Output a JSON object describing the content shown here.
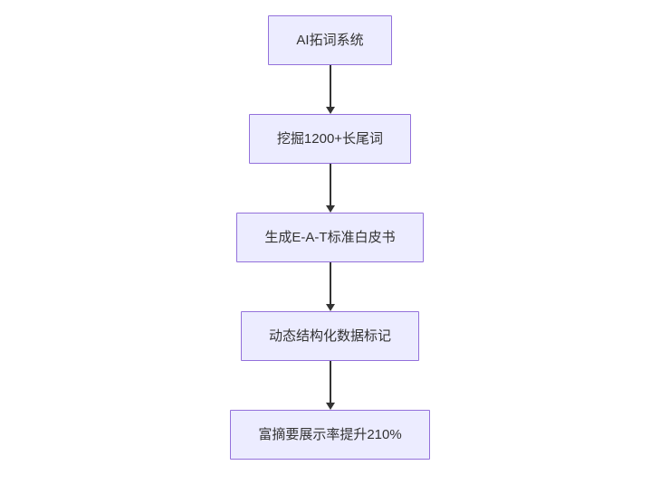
{
  "flowchart": {
    "type": "flowchart-vertical",
    "background": "#FFFFFF",
    "colors": {
      "node_fill": "#ECECFF",
      "node_border": "#9370DB",
      "node_text": "#333333",
      "arrow": "#333333"
    },
    "nodes": [
      {
        "label": "AI拓词系统"
      },
      {
        "label": "挖掘1200+长尾词"
      },
      {
        "label": "生成E-A-T标准白皮书"
      },
      {
        "label": "动态结构化数据标记"
      },
      {
        "label": "富摘要展示率提升210%"
      }
    ],
    "edges": [
      {
        "from": 0,
        "to": 1
      },
      {
        "from": 1,
        "to": 2
      },
      {
        "from": 2,
        "to": 3
      },
      {
        "from": 3,
        "to": 4
      }
    ]
  }
}
